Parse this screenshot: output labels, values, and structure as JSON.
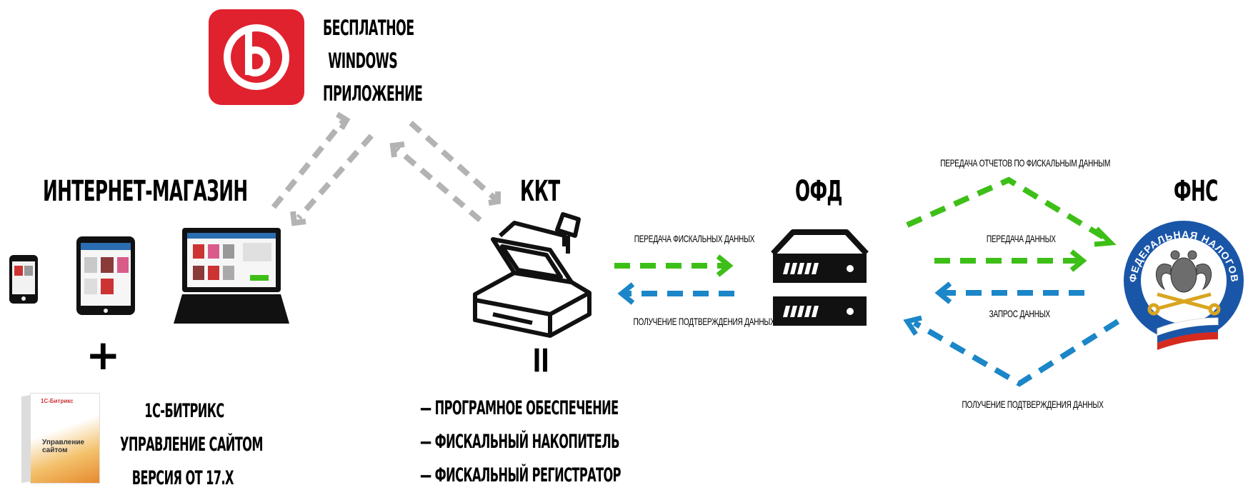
{
  "app": {
    "title_lines": [
      "БЕСПЛАТНОЕ",
      "WINDOWS",
      "ПРИЛОЖЕНИЕ"
    ]
  },
  "nodes": {
    "shop": "ИНТЕРНЕТ-МАГАЗИН",
    "kkt": "ККТ",
    "ofd": "ОФД",
    "fns": "ФНС"
  },
  "plus_sign": "+",
  "product": {
    "lines": [
      "1С-БИТРИКС",
      "УПРАВЛЕНИЕ САЙТОМ",
      "ВЕРСИЯ ОТ 17.X"
    ],
    "box_brand": "1С-Битрикс",
    "box_title": "Управление сайтом"
  },
  "kkt_equals": "=",
  "kkt_components": [
    "— ПРОГРАМНОЕ ОБЕСПЕЧЕНИЕ",
    "— ФИСКАЛЬНЫЙ НАКОПИТЕЛЬ",
    "— ФИСКАЛЬНЫЙ РЕГИСТРАТОР"
  ],
  "flows": {
    "kkt_to_ofd": "ПЕРЕДАЧА ФИСКАЛЬНЫХ ДАННЫХ",
    "ofd_to_kkt": "ПОЛУЧЕНИЕ ПОДТВЕРЖДЕНИЯ ДАННЫХ",
    "reports": "ПЕРЕДАЧА  ОТЧЕТОВ ПО ФИСКАЛЬНЫМ ДАННЫМ",
    "data": "ПЕРЕДАЧА ДАННЫХ",
    "request": "ЗАПРОС ДАННЫХ",
    "confirm": "ПОЛУЧЕНИЕ ПОДТВЕРЖДЕНИЯ ДАННЫХ"
  },
  "fns_emblem_text": "ФЕДЕРАЛЬНАЯ НАЛОГОВАЯ СЛУЖБА",
  "colors": {
    "green": "#3dbf17",
    "blue": "#1b86c8",
    "gray": "#b3b3b3",
    "logo_red": "#e0222e",
    "emblem_blue": "#1a56a8"
  }
}
